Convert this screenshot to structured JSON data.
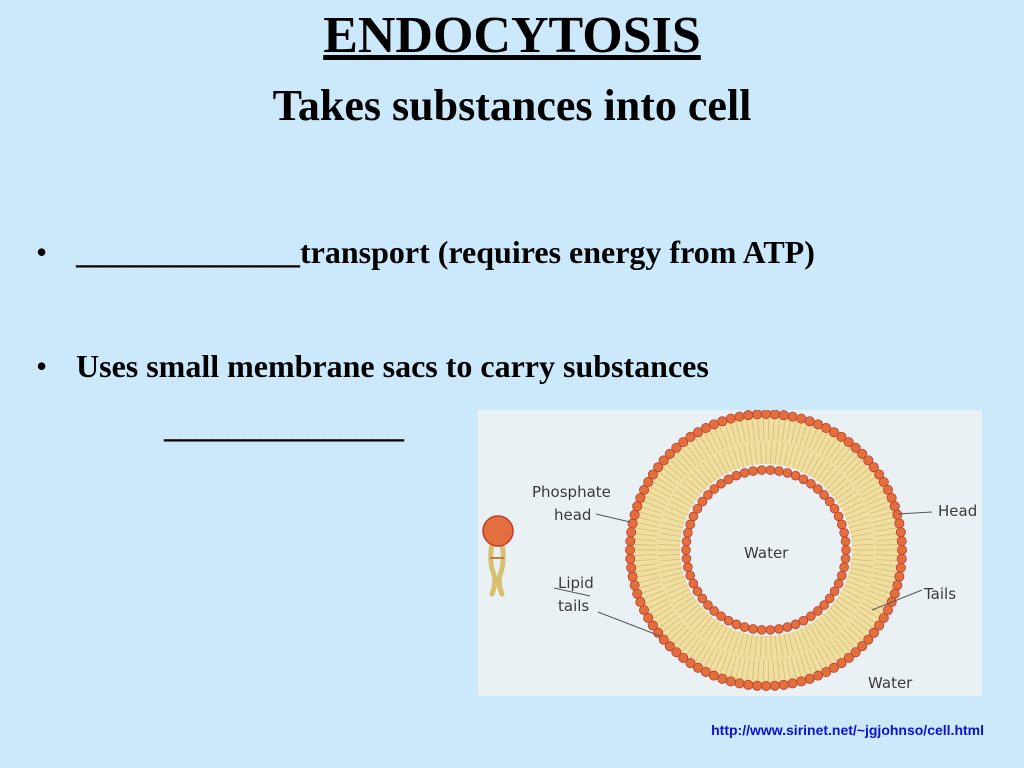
{
  "slide": {
    "title": "ENDOCYTOSIS",
    "subtitle": "Takes substances into cell",
    "bullets": [
      "______________transport (requires energy from ATP)",
      "Uses small membrane sacs to carry substances"
    ],
    "blank_line": "_______________",
    "source_url": "http://www.sirinet.net/~jgjohnso/cell.html"
  },
  "diagram": {
    "labels": {
      "phosphate": "Phosphate",
      "head_left": "head",
      "lipid": "Lipid",
      "tails_left": "tails",
      "water_inner": "Water",
      "head_right": "Head",
      "tails_right": "Tails",
      "water_outer": "Water"
    },
    "colors": {
      "head": "#e2703e",
      "head_dark": "#c0392b",
      "tail": "#f0dfa0",
      "background": "#eaf1f5"
    }
  }
}
